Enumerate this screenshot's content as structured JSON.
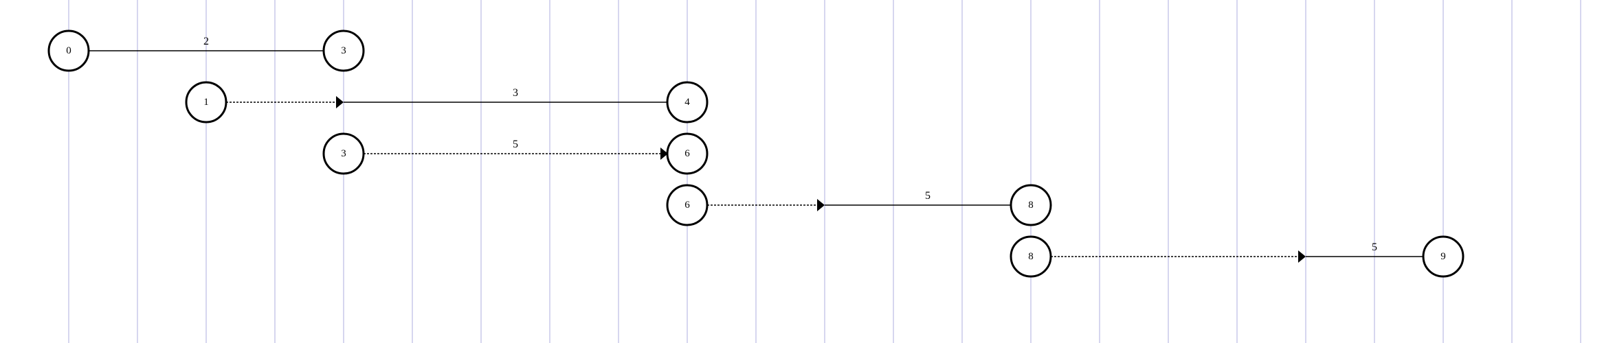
{
  "diagram": {
    "columns": 23,
    "rows": [
      {
        "from": "0",
        "to": "3",
        "label": "2",
        "from_col": 0,
        "arrow_col": 0,
        "to_col": 4
      },
      {
        "from": "1",
        "to": "4",
        "label": "3",
        "from_col": 2,
        "arrow_col": 4,
        "to_col": 9
      },
      {
        "from": "3",
        "to": "6",
        "label": "5",
        "from_col": 4,
        "arrow_col": 9,
        "to_col": 9
      },
      {
        "from": "6",
        "to": "8",
        "label": "5",
        "from_col": 9,
        "arrow_col": 11,
        "to_col": 14
      },
      {
        "from": "8",
        "to": "9",
        "label": "5",
        "from_col": 14,
        "arrow_col": 18,
        "to_col": 20
      }
    ]
  }
}
